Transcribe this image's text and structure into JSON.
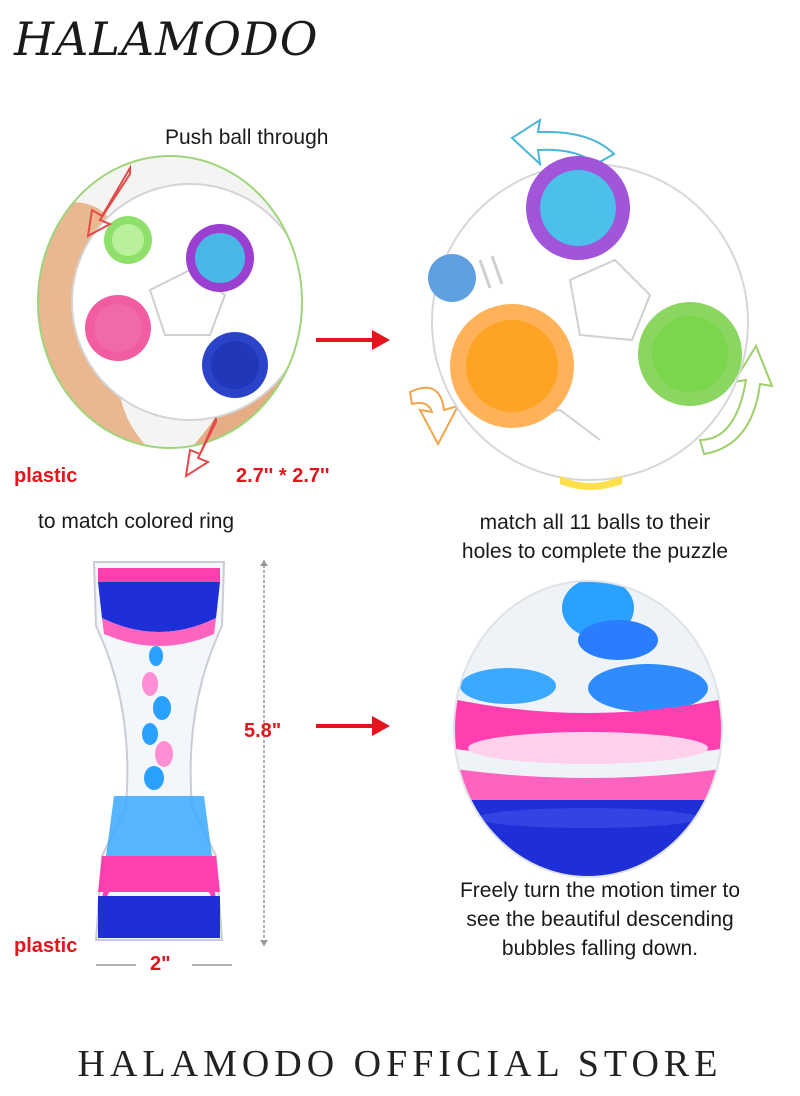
{
  "brand": {
    "logo_text": "HALAMODO"
  },
  "panel_ball_hand": {
    "top_caption": "Push ball through",
    "bottom_caption": "to match colored ring",
    "material_label": "plastic",
    "size_label": "2.7'' * 2.7''"
  },
  "panel_ball_closeup": {
    "caption_lines": [
      "match all 11 balls to their",
      "holes to complete the puzzle"
    ]
  },
  "panel_timer": {
    "height_label": "5.8\"",
    "width_label": "2\"",
    "material_label": "plastic"
  },
  "panel_timer_closeup": {
    "caption_lines": [
      "Freely turn the motion timer to",
      "see the beautiful descending",
      "bubbles falling down."
    ]
  },
  "footer": {
    "store_name": "HALAMODO OFFICIAL STORE"
  },
  "colors": {
    "accent_red": "#e3141b",
    "cup_blue": "#4fc1e8",
    "cup_pink": "#f0509a",
    "cup_orange": "#ffa324",
    "cup_green": "#7ad64a",
    "liquid_pink": "#ff3fb0",
    "liquid_blue": "#1e2fd8"
  }
}
